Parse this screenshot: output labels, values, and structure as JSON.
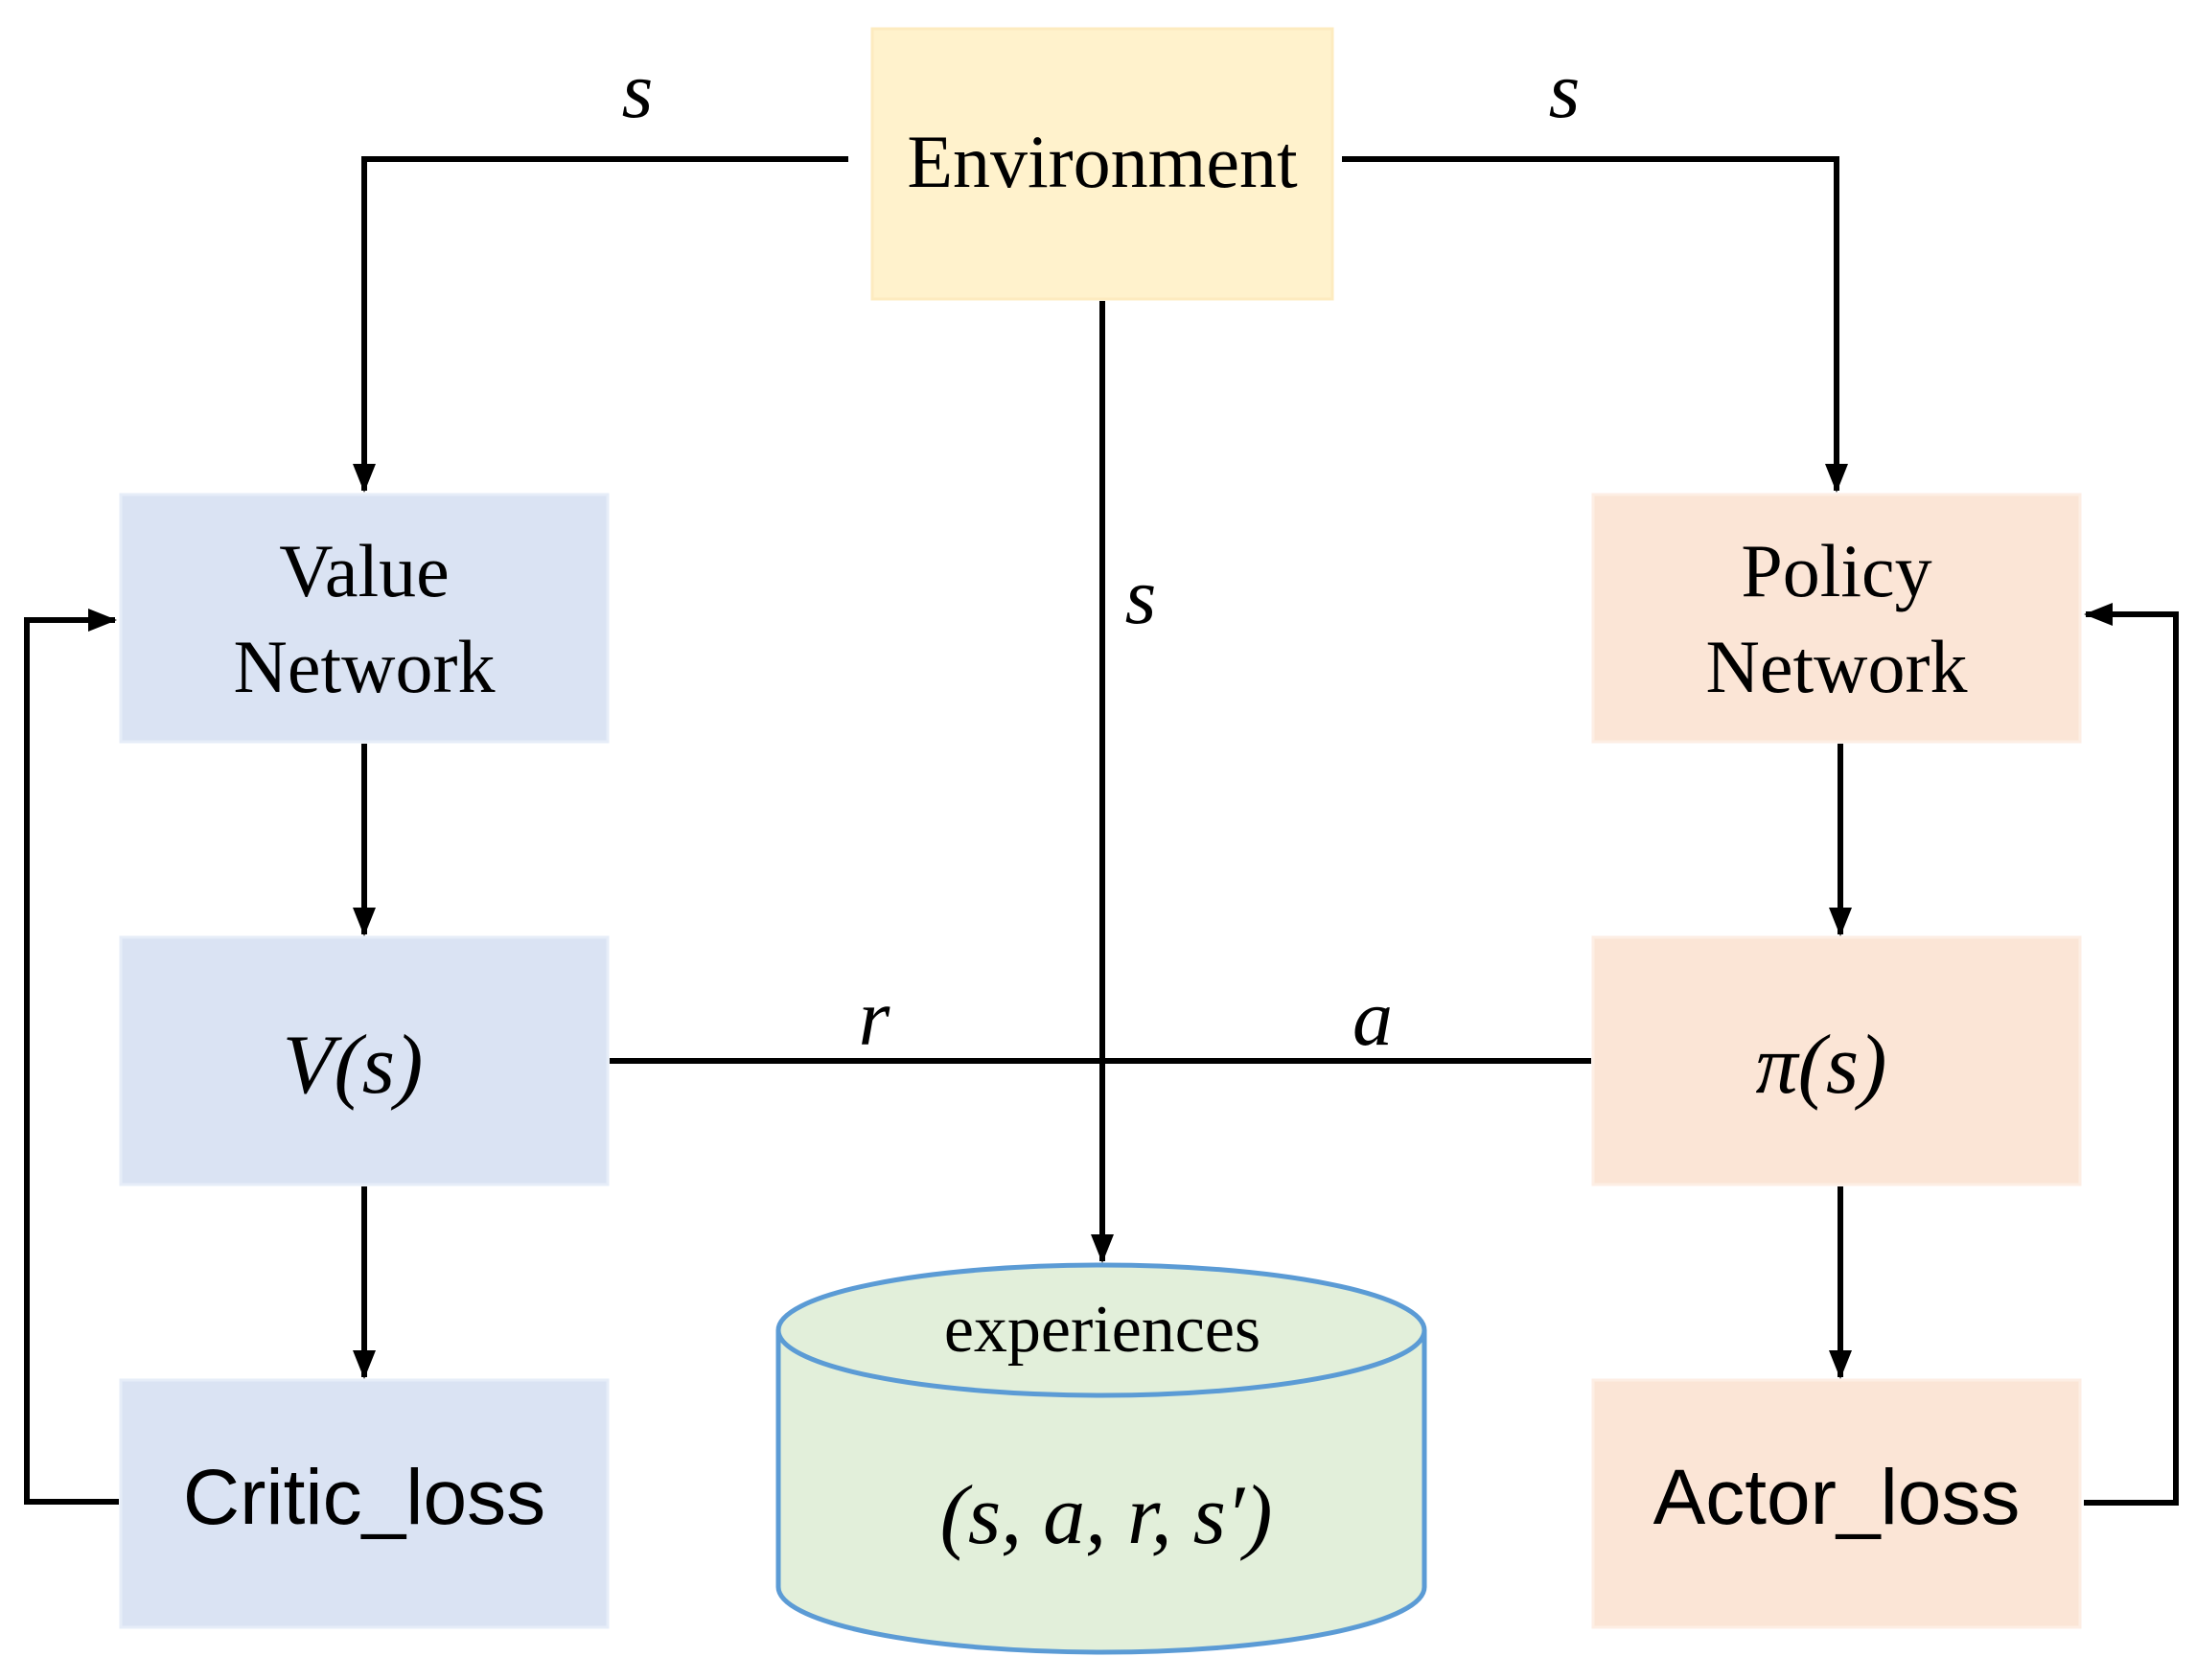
{
  "nodes": {
    "environment": {
      "label": "Environment",
      "fill": "#fff2cc"
    },
    "value_network": {
      "line1": "Value",
      "line2": "Network",
      "fill": "#dae3f3"
    },
    "value_output": {
      "label": "V(s)",
      "fill": "#dae3f3"
    },
    "critic_loss": {
      "label": "Critic_loss",
      "fill": "#dae3f3"
    },
    "policy_network": {
      "line1": "Policy",
      "line2": "Network",
      "fill": "#fbe5d6"
    },
    "policy_output": {
      "label": "π(s)",
      "fill": "#fbe5d6"
    },
    "actor_loss": {
      "label": "Actor_loss",
      "fill": "#fbe5d6"
    },
    "experiences": {
      "title": "experiences",
      "tuple": "(s, a, r, s′)",
      "fill": "#e2efda",
      "stroke": "#5b9bd5"
    }
  },
  "edge_labels": {
    "env_to_value": "s",
    "env_to_policy": "s",
    "env_to_experiences": "s",
    "reward": "r",
    "action": "a"
  }
}
